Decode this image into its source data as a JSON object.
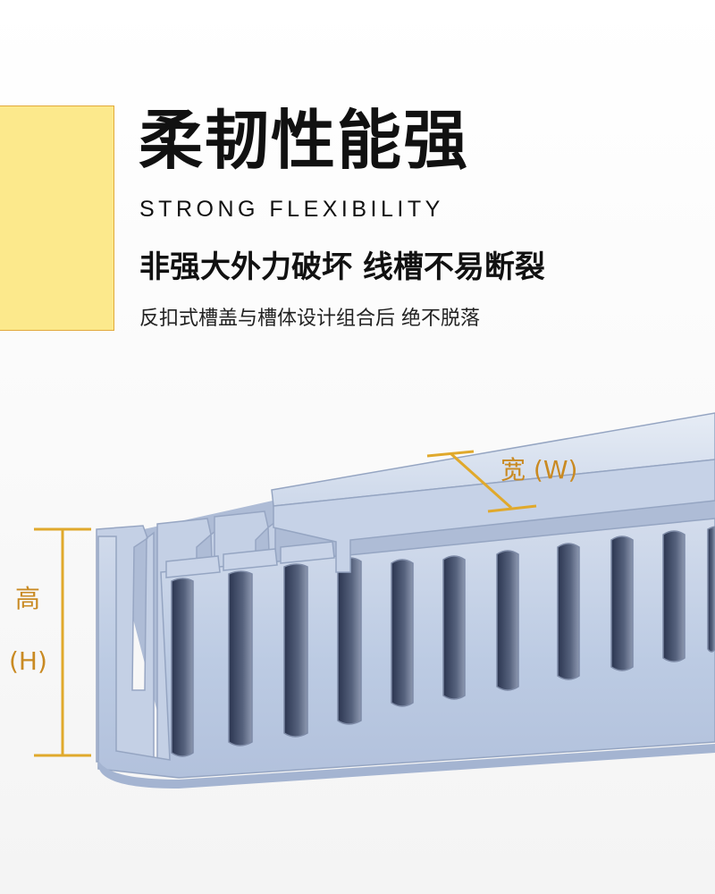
{
  "heading": {
    "title": "柔韧性能强",
    "subtitle_en": "STRONG FLEXIBILITY",
    "tagline": "非强大外力破坏 线槽不易断裂",
    "description": "反扣式槽盖与槽体设计组合后 绝不脱落"
  },
  "dimensions": {
    "height_label": "高",
    "height_symbol": "(H)",
    "width_label": "宽 (W)"
  },
  "colors": {
    "accent_fill": "#fce98c",
    "accent_border": "#e2a93a",
    "dimension_line": "#e0a92c",
    "dimension_text": "#c98a22",
    "duct_body": "#bccbe3"
  }
}
